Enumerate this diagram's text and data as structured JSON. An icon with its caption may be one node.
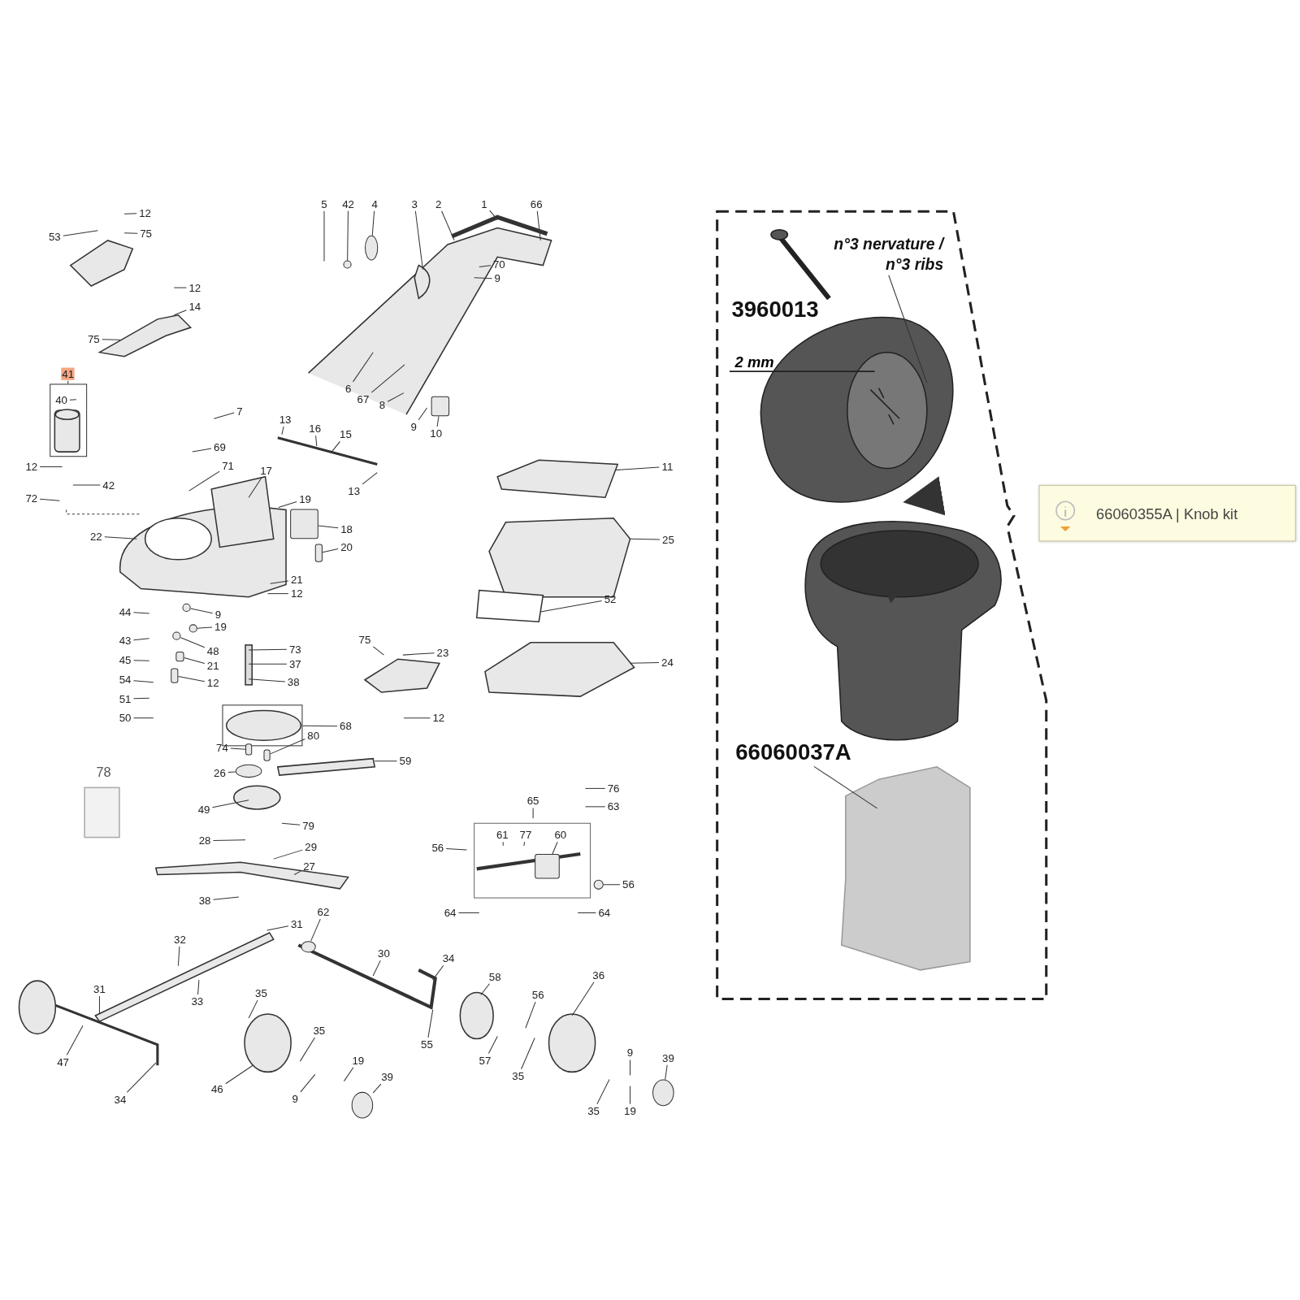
{
  "diagram": {
    "nodes": [
      {
        "text": [
          "12"
        ]
      },
      {
        "text": [
          "53"
        ]
      },
      {
        "text": [
          "75"
        ]
      },
      {
        "text": [
          "12"
        ]
      },
      {
        "text": [
          "14"
        ]
      },
      {
        "text": [
          "75"
        ]
      },
      {
        "text": [
          "41"
        ]
      },
      {
        "text": [
          "40"
        ],
        "in": 109
      },
      {
        "text": [
          "12"
        ]
      },
      {
        "text": [
          "42"
        ]
      },
      {
        "text": [
          "72"
        ]
      },
      {
        "text": [
          "22"
        ]
      },
      {
        "text": [
          "5"
        ]
      },
      {
        "text": [
          "42"
        ]
      },
      {
        "text": [
          "4"
        ]
      },
      {
        "text": [
          "3"
        ]
      },
      {
        "text": [
          "2"
        ]
      },
      {
        "text": [
          "1"
        ]
      },
      {
        "text": [
          "66"
        ]
      },
      {
        "text": [
          "70"
        ]
      },
      {
        "text": [
          "9"
        ]
      },
      {
        "text": [
          "6"
        ]
      },
      {
        "text": [
          "67"
        ]
      },
      {
        "text": [
          "8"
        ]
      },
      {
        "text": [
          "9"
        ]
      },
      {
        "text": [
          "10"
        ]
      },
      {
        "text": [
          "7"
        ]
      },
      {
        "text": [
          "13"
        ]
      },
      {
        "text": [
          "16"
        ]
      },
      {
        "text": [
          "15"
        ]
      },
      {
        "text": [
          "69"
        ]
      },
      {
        "text": [
          "71"
        ]
      },
      {
        "text": [
          "17"
        ]
      },
      {
        "text": [
          "13"
        ]
      },
      {
        "text": [
          "19"
        ]
      },
      {
        "text": [
          "18"
        ]
      },
      {
        "text": [
          "20"
        ]
      },
      {
        "text": [
          "21"
        ]
      },
      {
        "text": [
          "12"
        ]
      },
      {
        "text": [
          "44"
        ]
      },
      {
        "text": [
          "9"
        ]
      },
      {
        "text": [
          "19"
        ]
      },
      {
        "text": [
          "43"
        ]
      },
      {
        "text": [
          "48"
        ]
      },
      {
        "text": [
          "21"
        ]
      },
      {
        "text": [
          "12"
        ]
      },
      {
        "text": [
          "45"
        ]
      },
      {
        "text": [
          "54"
        ]
      },
      {
        "text": [
          "51"
        ]
      },
      {
        "text": [
          "50"
        ]
      },
      {
        "text": [
          "73"
        ]
      },
      {
        "text": [
          "37"
        ]
      },
      {
        "text": [
          "38"
        ]
      },
      {
        "text": [
          "75"
        ]
      },
      {
        "text": [
          "23"
        ]
      },
      {
        "text": [
          "11"
        ]
      },
      {
        "text": [
          "25"
        ]
      },
      {
        "text": [
          "52"
        ]
      },
      {
        "text": [
          "24"
        ]
      },
      {
        "text": [
          "12"
        ]
      },
      {
        "text": [
          "68"
        ]
      },
      {
        "text": [
          "80"
        ]
      },
      {
        "text": [
          "74"
        ]
      },
      {
        "text": [
          "59"
        ]
      },
      {
        "text": [
          "26"
        ]
      },
      {
        "text": [
          "49"
        ]
      },
      {
        "text": [
          "79"
        ]
      },
      {
        "text": [
          "28"
        ]
      },
      {
        "text": [
          "29"
        ]
      },
      {
        "text": [
          "27"
        ]
      },
      {
        "text": [
          "38"
        ]
      },
      {
        "text": [
          "65"
        ]
      },
      {
        "text": [
          "76"
        ]
      },
      {
        "text": [
          "63"
        ]
      },
      {
        "text": [
          "56"
        ]
      },
      {
        "text": [
          "61"
        ]
      },
      {
        "text": [
          "77"
        ]
      },
      {
        "text": [
          "60"
        ]
      },
      {
        "text": [
          "56"
        ]
      },
      {
        "text": [
          "64"
        ]
      },
      {
        "text": [
          "64"
        ]
      },
      {
        "text": [
          "31"
        ]
      },
      {
        "text": [
          "62"
        ]
      },
      {
        "text": [
          "32"
        ]
      },
      {
        "text": [
          "30"
        ]
      },
      {
        "text": [
          "34"
        ]
      },
      {
        "text": [
          "58"
        ]
      },
      {
        "text": [
          "36"
        ]
      },
      {
        "text": [
          "56"
        ]
      },
      {
        "text": [
          "31"
        ]
      },
      {
        "text": [
          "33"
        ]
      },
      {
        "text": [
          "35"
        ]
      },
      {
        "text": [
          "35"
        ]
      },
      {
        "text": [
          "55"
        ]
      },
      {
        "text": [
          "57"
        ]
      },
      {
        "text": [
          "35"
        ]
      },
      {
        "text": [
          "47"
        ]
      },
      {
        "text": [
          "34"
        ]
      },
      {
        "text": [
          "46"
        ]
      },
      {
        "text": [
          "9"
        ]
      },
      {
        "text": [
          "19"
        ]
      },
      {
        "text": [
          "39"
        ]
      },
      {
        "text": [
          "9"
        ]
      },
      {
        "text": [
          "39"
        ]
      },
      {
        "text": [
          "35"
        ]
      },
      {
        "text": [
          "19"
        ]
      },
      {
        "text": [
          "n°3 nervature / n°3 ribs"
        ]
      },
      {
        "text": [
          "66060037A"
        ]
      },
      {
        "text": [
          "66060355A | Knob kit"
        ]
      },
      {
        "text": [],
        "shape": "box"
      },
      {
        "text": [],
        "shape": "circle"
      },
      {
        "text": [],
        "shape": "box"
      },
      {
        "text": [],
        "shape": "box"
      },
      {
        "text": [],
        "shape": "box"
      },
      {
        "text": [],
        "shape": "circle"
      },
      {
        "text": [],
        "shape": "box"
      },
      {
        "text": [],
        "shape": "box"
      },
      {
        "text": [],
        "shape": "box"
      },
      {
        "text": [],
        "shape": "box"
      },
      {
        "text": [],
        "shape": "circle"
      },
      {
        "text": [],
        "shape": "box"
      },
      {
        "text": [],
        "shape": "circle"
      },
      {
        "text": [],
        "shape": "circle"
      },
      {
        "text": [],
        "shape": "circle"
      },
      {
        "text": [],
        "shape": "circle"
      },
      {
        "text": [],
        "shape": "circle"
      },
      {
        "text": [],
        "shape": "circle"
      },
      {
        "text": [],
        "shape": "box"
      },
      {
        "text": [],
        "shape": "circle"
      }
    ],
    "edges": [
      {
        "from": 0,
        "to": null,
        "arrow": "none"
      },
      {
        "from": 1,
        "to": null,
        "arrow": "none"
      },
      {
        "from": 2,
        "to": null,
        "arrow": "none"
      },
      {
        "from": 3,
        "to": null,
        "arrow": "none"
      },
      {
        "from": 4,
        "to": null,
        "arrow": "none"
      },
      {
        "from": 5,
        "to": null,
        "arrow": "none"
      },
      {
        "from": 6,
        "to": 109,
        "arrow": "none"
      },
      {
        "from": 7,
        "to": null,
        "arrow": "none"
      },
      {
        "from": 8,
        "to": null,
        "arrow": "none"
      },
      {
        "from": 9,
        "to": null,
        "arrow": "none"
      },
      {
        "from": 10,
        "to": null,
        "arrow": "none"
      },
      {
        "from": 11,
        "to": null,
        "arrow": "none"
      },
      {
        "from": 12,
        "to": null,
        "arrow": "none"
      },
      {
        "from": 13,
        "to": 125,
        "arrow": "none"
      },
      {
        "from": 14,
        "to": 110,
        "arrow": "none"
      },
      {
        "from": 15,
        "to": null,
        "arrow": "none"
      },
      {
        "from": 16,
        "to": null,
        "arrow": "none"
      },
      {
        "from": 17,
        "to": null,
        "arrow": "none"
      },
      {
        "from": 18,
        "to": null,
        "arrow": "none"
      },
      {
        "from": 19,
        "to": null,
        "arrow": "none"
      },
      {
        "from": 20,
        "to": null,
        "arrow": "none"
      },
      {
        "from": 21,
        "to": null,
        "arrow": "none"
      },
      {
        "from": 22,
        "to": null,
        "arrow": "none"
      },
      {
        "from": 23,
        "to": null,
        "arrow": "none"
      },
      {
        "from": 24,
        "to": null,
        "arrow": "none"
      },
      {
        "from": 25,
        "to": 111,
        "arrow": "none"
      },
      {
        "from": 26,
        "to": null,
        "arrow": "none"
      },
      {
        "from": 27,
        "to": null,
        "arrow": "none"
      },
      {
        "from": 28,
        "to": null,
        "arrow": "none"
      },
      {
        "from": 29,
        "to": null,
        "arrow": "none"
      },
      {
        "from": 30,
        "to": null,
        "arrow": "none"
      },
      {
        "from": 31,
        "to": null,
        "arrow": "none"
      },
      {
        "from": 32,
        "to": null,
        "arrow": "none"
      },
      {
        "from": 33,
        "to": null,
        "arrow": "none"
      },
      {
        "from": 34,
        "to": null,
        "arrow": "none"
      },
      {
        "from": 35,
        "to": 112,
        "arrow": "none"
      },
      {
        "from": 36,
        "to": 113,
        "arrow": "none"
      },
      {
        "from": 37,
        "to": null,
        "arrow": "none"
      },
      {
        "from": 38,
        "to": null,
        "arrow": "none"
      },
      {
        "from": 39,
        "to": null,
        "arrow": "none"
      },
      {
        "from": 40,
        "to": 128,
        "arrow": "none"
      },
      {
        "from": 41,
        "to": 114,
        "arrow": "none"
      },
      {
        "from": 42,
        "to": null,
        "arrow": "none"
      },
      {
        "from": 43,
        "to": 126,
        "arrow": "none"
      },
      {
        "from": 44,
        "to": 115,
        "arrow": "none"
      },
      {
        "from": 45,
        "to": 116,
        "arrow": "none"
      },
      {
        "from": 46,
        "to": null,
        "arrow": "none"
      },
      {
        "from": 47,
        "to": null,
        "arrow": "none"
      },
      {
        "from": 48,
        "to": null,
        "arrow": "none"
      },
      {
        "from": 49,
        "to": null,
        "arrow": "none"
      },
      {
        "from": 50,
        "to": null,
        "arrow": "none"
      },
      {
        "from": 51,
        "to": null,
        "arrow": "none"
      },
      {
        "from": 52,
        "to": null,
        "arrow": "none"
      },
      {
        "from": 53,
        "to": null,
        "arrow": "none"
      },
      {
        "from": 54,
        "to": null,
        "arrow": "none"
      },
      {
        "from": 55,
        "to": null,
        "arrow": "none"
      },
      {
        "from": 56,
        "to": null,
        "arrow": "none"
      },
      {
        "from": 57,
        "to": null,
        "arrow": "none"
      },
      {
        "from": 58,
        "to": null,
        "arrow": "none"
      },
      {
        "from": 59,
        "to": null,
        "arrow": "none"
      },
      {
        "from": 60,
        "to": 117,
        "arrow": "none"
      },
      {
        "from": 61,
        "to": 127,
        "arrow": "none"
      },
      {
        "from": 62,
        "to": 118,
        "arrow": "none"
      },
      {
        "from": 63,
        "to": null,
        "arrow": "none"
      },
      {
        "from": 64,
        "to": 119,
        "arrow": "none"
      },
      {
        "from": 65,
        "to": null,
        "arrow": "none"
      },
      {
        "from": 66,
        "to": null,
        "arrow": "none"
      },
      {
        "from": 67,
        "to": null,
        "arrow": "none"
      },
      {
        "from": 68,
        "to": null,
        "arrow": "none"
      },
      {
        "from": 69,
        "to": null,
        "arrow": "none"
      },
      {
        "from": 70,
        "to": null,
        "arrow": "none"
      },
      {
        "from": 71,
        "to": null,
        "arrow": "none"
      },
      {
        "from": 72,
        "to": null,
        "arrow": "none"
      },
      {
        "from": 73,
        "to": null,
        "arrow": "none"
      },
      {
        "from": 74,
        "to": null,
        "arrow": "none"
      },
      {
        "from": 75,
        "to": null,
        "arrow": "none"
      },
      {
        "from": 76,
        "to": null,
        "arrow": "none"
      },
      {
        "from": 77,
        "to": 120,
        "arrow": "none"
      },
      {
        "from": 78,
        "to": 121,
        "arrow": "none"
      },
      {
        "from": 79,
        "to": null,
        "arrow": "none"
      },
      {
        "from": 80,
        "to": null,
        "arrow": "none"
      },
      {
        "from": 81,
        "to": null,
        "arrow": "none"
      },
      {
        "from": 82,
        "to": 122,
        "arrow": "none"
      },
      {
        "from": 83,
        "to": null,
        "arrow": "none"
      },
      {
        "from": 84,
        "to": null,
        "arrow": "none"
      },
      {
        "from": 85,
        "to": null,
        "arrow": "none"
      },
      {
        "from": 86,
        "to": null,
        "arrow": "none"
      },
      {
        "from": 87,
        "to": null,
        "arrow": "none"
      },
      {
        "from": 88,
        "to": null,
        "arrow": "none"
      },
      {
        "from": 89,
        "to": null,
        "arrow": "none"
      },
      {
        "from": 90,
        "to": null,
        "arrow": "none"
      },
      {
        "from": 91,
        "to": null,
        "arrow": "none"
      },
      {
        "from": 92,
        "to": null,
        "arrow": "none"
      },
      {
        "from": 93,
        "to": null,
        "arrow": "none"
      },
      {
        "from": 94,
        "to": null,
        "arrow": "none"
      },
      {
        "from": 95,
        "to": null,
        "arrow": "none"
      },
      {
        "from": 96,
        "to": null,
        "arrow": "none"
      },
      {
        "from": 97,
        "to": null,
        "arrow": "none"
      },
      {
        "from": 98,
        "to": null,
        "arrow": "none"
      },
      {
        "from": 99,
        "to": null,
        "arrow": "none"
      },
      {
        "from": 100,
        "to": null,
        "arrow": "none"
      },
      {
        "from": 101,
        "to": 123,
        "arrow": "none"
      },
      {
        "from": 102,
        "to": null,
        "arrow": "none"
      },
      {
        "from": 103,
        "to": 124,
        "arrow": "none"
      },
      {
        "from": 104,
        "to": null,
        "arrow": "none"
      },
      {
        "from": 105,
        "to": null,
        "arrow": "none"
      },
      {
        "from": 106,
        "to": null,
        "arrow": "none"
      },
      {
        "from": 107,
        "to": null,
        "arrow": "none"
      }
    ],
    "labels": [
      "78",
      "3960013",
      "2 mm"
    ]
  }
}
